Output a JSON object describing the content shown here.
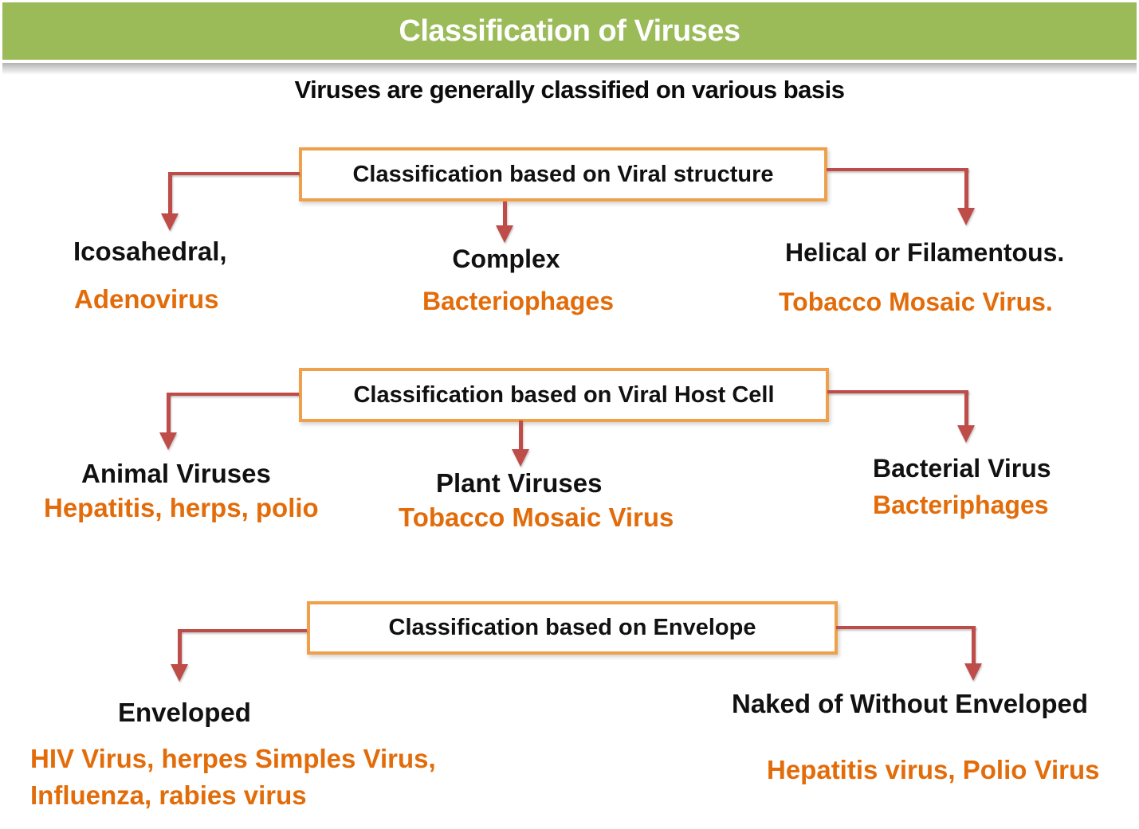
{
  "colors": {
    "banner_green": "#9BBB59",
    "arrow_red": "#BE4C48",
    "box_orange": "#F0A04B",
    "text_orange": "#E36C0A",
    "text_black": "#111111"
  },
  "header": {
    "title": "Classification of Viruses"
  },
  "subtitle": "Viruses are generally classified on various basis",
  "sections": [
    {
      "box_label": "Classification based on Viral structure",
      "branches": [
        {
          "title": "Icosahedral,",
          "example": "Adenovirus"
        },
        {
          "title": "Complex",
          "example": "Bacteriophages"
        },
        {
          "title": "Helical or Filamentous.",
          "example": "Tobacco Mosaic Virus."
        }
      ]
    },
    {
      "box_label": "Classification based on Viral Host Cell",
      "branches": [
        {
          "title": "Animal Viruses",
          "example": "Hepatitis, herps, polio"
        },
        {
          "title": "Plant Viruses",
          "example": "Tobacco Mosaic Virus"
        },
        {
          "title": "Bacterial Virus",
          "example": "Bacteriphages"
        }
      ]
    },
    {
      "box_label": "Classification based on Envelope",
      "branches": [
        {
          "title": "Enveloped",
          "example_lines": [
            "HIV Virus, herpes Simples Virus,",
            "Influenza, rabies virus"
          ]
        },
        {
          "title": "Naked of Without Enveloped",
          "example": "Hepatitis virus, Polio Virus"
        }
      ]
    }
  ]
}
